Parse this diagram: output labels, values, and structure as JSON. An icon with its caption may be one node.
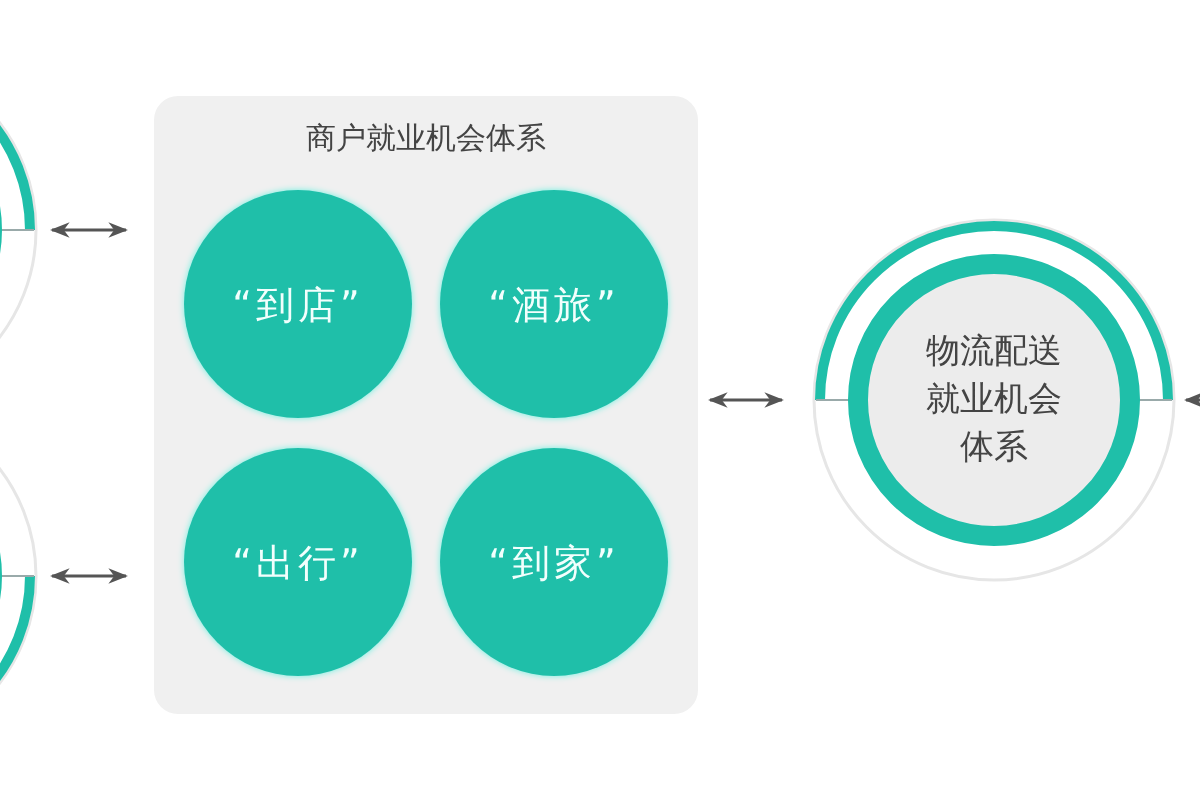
{
  "diagram": {
    "nodes": [
      {
        "text": [],
        "shape": "circle"
      },
      {
        "text": [],
        "shape": "circle"
      },
      {
        "text": [
          "商户就业机会体系"
        ]
      },
      {
        "text": [
          "“到店”"
        ],
        "in": 2
      },
      {
        "text": [
          "“酒旅”"
        ],
        "in": 2
      },
      {
        "text": [
          "“出行”"
        ],
        "in": 2
      },
      {
        "text": [
          "“到家”"
        ],
        "in": 2
      },
      {
        "text": [
          "物流配送就业机会体系"
        ]
      }
    ],
    "edges": [
      {
        "from": 0,
        "to": 2,
        "arrow": "both"
      },
      {
        "from": 1,
        "to": 2,
        "arrow": "both"
      },
      {
        "from": 2,
        "to": 7,
        "arrow": "both"
      },
      {
        "from": null,
        "to": 7,
        "arrow": "to"
      }
    ]
  }
}
